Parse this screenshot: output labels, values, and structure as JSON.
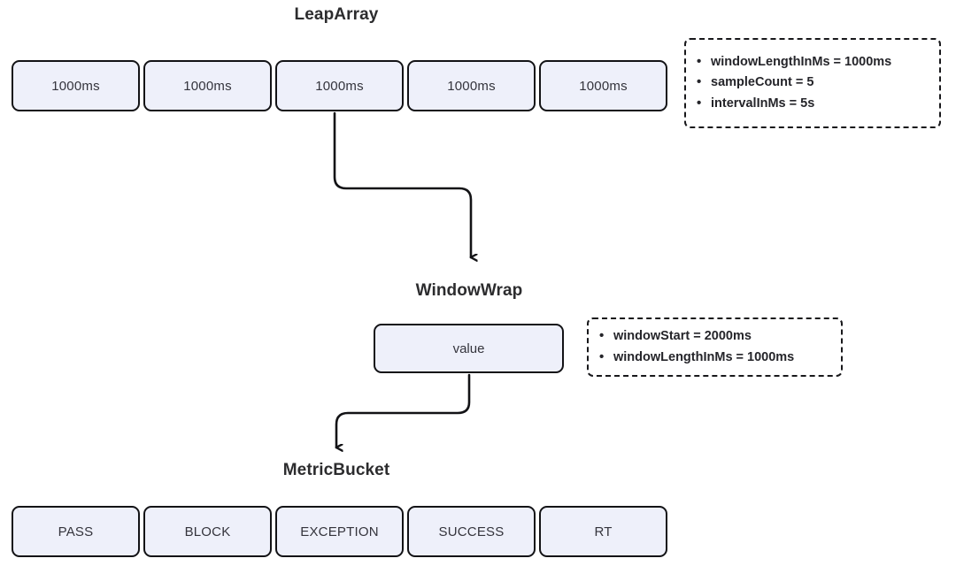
{
  "diagram": {
    "title_leap_array": "LeapArray",
    "title_window_wrap": "WindowWrap",
    "title_metric_bucket": "MetricBucket",
    "colors": {
      "cell_fill": "#eef0fa",
      "cell_border": "#131316",
      "text": "#34343c",
      "title": "#2c2c2e",
      "background": "#ffffff"
    }
  },
  "leap_array": {
    "cells": [
      {
        "label": "1000ms"
      },
      {
        "label": "1000ms"
      },
      {
        "label": "1000ms"
      },
      {
        "label": "1000ms"
      },
      {
        "label": "1000ms"
      }
    ],
    "note": {
      "lines": [
        {
          "bullet": "•",
          "text": "windowLengthInMs = 1000ms"
        },
        {
          "bullet": "•",
          "text": "sampleCount = 5"
        },
        {
          "bullet": "•",
          "text": "intervalInMs = 5s"
        }
      ]
    }
  },
  "window_wrap": {
    "value_cell": {
      "label": "value"
    },
    "note": {
      "lines": [
        {
          "bullet": "•",
          "text": "windowStart = 2000ms"
        },
        {
          "bullet": "•",
          "text": "windowLengthInMs = 1000ms"
        }
      ]
    }
  },
  "metric_bucket": {
    "cells": [
      {
        "label": "PASS"
      },
      {
        "label": "BLOCK"
      },
      {
        "label": "EXCEPTION"
      },
      {
        "label": "SUCCESS"
      },
      {
        "label": "RT"
      }
    ]
  }
}
